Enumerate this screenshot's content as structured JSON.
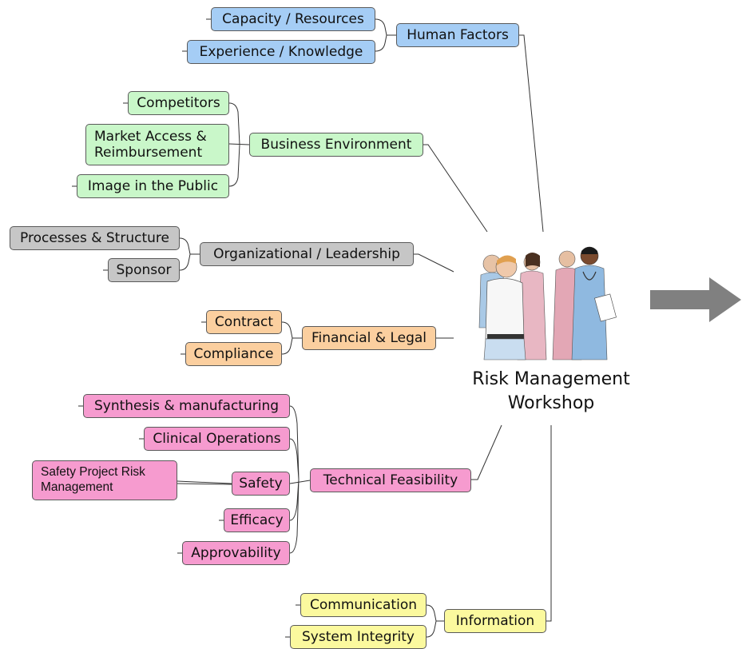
{
  "center": {
    "title": "Risk Management\nWorkshop",
    "image": "group-of-medical-staff"
  },
  "branches": {
    "human_factors": {
      "label": "Human Factors",
      "color": "#a5cdf5",
      "children": [
        "Capacity / Resources",
        "Experience / Knowledge"
      ]
    },
    "business_environment": {
      "label": "Business Environment",
      "color": "#c9f7c9",
      "children": [
        "Competitors",
        "Market Access &\nReimbursement",
        "Image in the Public"
      ]
    },
    "organizational": {
      "label": "Organizational / Leadership",
      "color": "#c6c6c6",
      "children": [
        "Processes & Structure",
        "Sponsor"
      ]
    },
    "financial_legal": {
      "label": "Financial & Legal",
      "color": "#fbcf9f",
      "children": [
        "Contract",
        "Compliance"
      ]
    },
    "technical_feasibility": {
      "label": "Technical Feasibility",
      "color": "#f69bcf",
      "children": [
        "Synthesis & manufacturing",
        "Clinical Operations",
        "Safety",
        "Efficacy",
        "Approvability"
      ],
      "safety_sub": "Safety Project Risk\nManagement"
    },
    "information": {
      "label": "Information",
      "color": "#fbf99e",
      "children": [
        "Communication",
        "System Integrity"
      ]
    }
  },
  "arrow_icon": "right-arrow-icon"
}
